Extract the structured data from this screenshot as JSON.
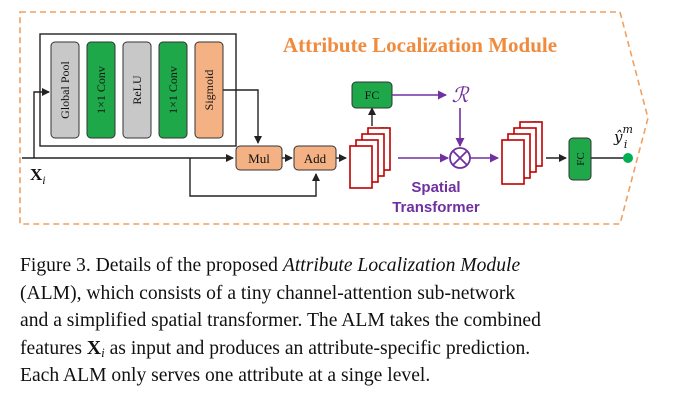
{
  "diagram": {
    "module_title": "Attribute Localization Module",
    "input_label": "X",
    "input_subscript": "i",
    "blocks": {
      "global_pool": "Global Pool",
      "conv1": "1×1 Conv",
      "relu": "ReLU",
      "conv2": "1×1 Conv",
      "sigmoid": "Sigmoid",
      "mul": "Mul",
      "add": "Add",
      "fc_top": "FC",
      "fc_right": "FC"
    },
    "r_symbol": "ℛ",
    "spatial_transformer_line1": "Spatial",
    "spatial_transformer_line2": "Transformer",
    "output_label": "ŷ",
    "output_sub": "i",
    "output_sup": "m",
    "colors": {
      "title_orange": "#f08a3c",
      "dash_orange": "#f0a060",
      "gray_block": "#c8c8c8",
      "green_block": "#1fa84a",
      "orange_block": "#f4b183",
      "sigmoid_block": "#f4b183",
      "purple": "#7030a0",
      "red_stack": "#c00000",
      "output_dot": "#00b050"
    }
  },
  "caption": {
    "fig_label": "Figure 3.",
    "part1": "Details of the proposed",
    "alm_name": "Attribute Localization Module",
    "part2": "(ALM), which consists of a tiny channel-attention sub-network",
    "part3": "and a simplified spatial transformer. The ALM takes the combined",
    "part4a": "features",
    "features_symbol": "X",
    "features_sub": "i",
    "part4b": "as input and produces an attribute-specific prediction.",
    "part5": "Each ALM only serves one attribute at a singe level."
  }
}
